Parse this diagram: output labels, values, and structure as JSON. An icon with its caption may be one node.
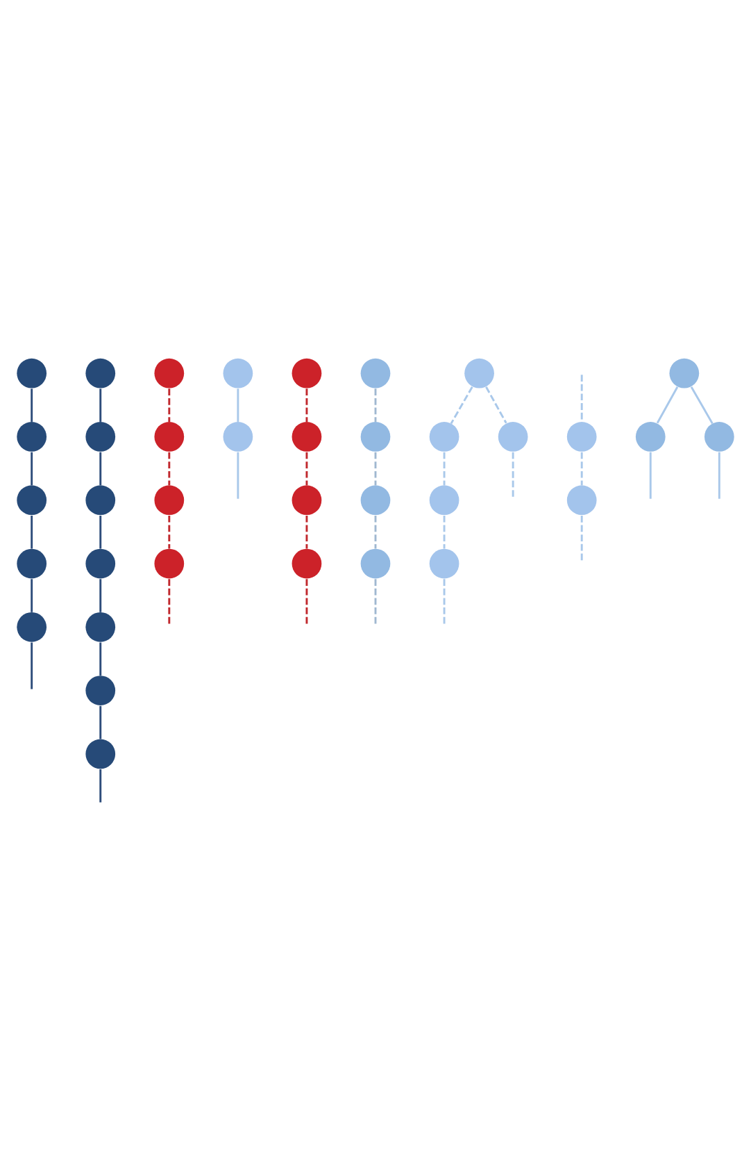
{
  "diagram": {
    "nodes": [
      {
        "text": [],
        "shape": "circle"
      },
      {
        "text": [],
        "shape": "circle"
      },
      {
        "text": [],
        "shape": "circle"
      },
      {
        "text": [],
        "shape": "circle"
      },
      {
        "text": [],
        "shape": "circle"
      },
      {
        "text": [],
        "shape": "circle"
      },
      {
        "text": [],
        "shape": "circle"
      },
      {
        "text": [],
        "shape": "circle"
      },
      {
        "text": [],
        "shape": "circle"
      },
      {
        "text": [],
        "shape": "circle"
      },
      {
        "text": [],
        "shape": "circle"
      },
      {
        "text": [],
        "shape": "circle"
      },
      {
        "text": [],
        "shape": "circle"
      },
      {
        "text": [],
        "shape": "circle"
      },
      {
        "text": [],
        "shape": "circle"
      },
      {
        "text": [],
        "shape": "circle"
      },
      {
        "text": [],
        "shape": "circle"
      },
      {
        "text": [],
        "shape": "circle"
      },
      {
        "text": [],
        "shape": "circle"
      },
      {
        "text": [],
        "shape": "circle"
      },
      {
        "text": [],
        "shape": "circle"
      },
      {
        "text": [],
        "shape": "circle"
      },
      {
        "text": [],
        "shape": "circle"
      },
      {
        "text": [],
        "shape": "circle"
      },
      {
        "text": [],
        "shape": "circle"
      },
      {
        "text": [],
        "shape": "circle"
      },
      {
        "text": [],
        "shape": "circle"
      },
      {
        "text": [],
        "shape": "circle"
      },
      {
        "text": [],
        "shape": "circle"
      },
      {
        "text": [],
        "shape": "circle"
      },
      {
        "text": [],
        "shape": "circle"
      },
      {
        "text": [],
        "shape": "circle"
      },
      {
        "text": [],
        "shape": "circle"
      },
      {
        "text": [],
        "shape": "circle"
      },
      {
        "text": [],
        "shape": "circle"
      },
      {
        "text": [],
        "shape": "circle"
      }
    ],
    "edges": [
      {
        "from": 0,
        "to": 3,
        "arrow": "none",
        "color": "#2e4d7b"
      },
      {
        "from": 3,
        "to": 10,
        "arrow": "none",
        "color": "#2e4d7b"
      },
      {
        "from": 10,
        "to": 22,
        "arrow": "none",
        "color": "#2e4d7b"
      },
      {
        "from": 22,
        "to": 31,
        "arrow": "none",
        "color": "#2e4d7b"
      },
      {
        "from": 31,
        "to": null,
        "arrow": "none",
        "color": "#2e4d7b"
      },
      {
        "from": 1,
        "to": 4,
        "arrow": "none",
        "color": "#2e4d7b"
      },
      {
        "from": 4,
        "to": 8,
        "arrow": "none",
        "color": "#2e4d7b"
      },
      {
        "from": 8,
        "to": 9,
        "arrow": "none",
        "color": "#2e4d7b"
      },
      {
        "from": 9,
        "to": 11,
        "arrow": "none",
        "color": "#2e4d7b"
      },
      {
        "from": 11,
        "to": 25,
        "arrow": "none",
        "color": "#2e4d7b"
      },
      {
        "from": 25,
        "to": 33,
        "arrow": "none",
        "color": "#2e4d7b"
      },
      {
        "from": 33,
        "to": null,
        "arrow": "none",
        "color": "#2e4d7b"
      },
      {
        "from": 2,
        "to": 5,
        "arrow": "none",
        "style": "dashed",
        "color": "#c0282d"
      },
      {
        "from": 5,
        "to": 17,
        "arrow": "none",
        "style": "dashed",
        "color": "#c0282d"
      },
      {
        "from": 17,
        "to": 16,
        "arrow": "none",
        "style": "dashed",
        "color": "#c0282d"
      },
      {
        "from": 16,
        "to": null,
        "arrow": "none",
        "style": "dashed",
        "color": "#c0282d"
      },
      {
        "from": 7,
        "to": 15,
        "arrow": "none",
        "style": "dashed",
        "color": "#c0282d"
      },
      {
        "from": 15,
        "to": 18,
        "arrow": "none",
        "style": "dashed",
        "color": "#c0282d"
      },
      {
        "from": 18,
        "to": 23,
        "arrow": "none",
        "style": "dashed",
        "color": "#c0282d"
      },
      {
        "from": 23,
        "to": null,
        "arrow": "none",
        "style": "dashed",
        "color": "#c0282d"
      },
      {
        "from": 6,
        "to": 12,
        "arrow": "none",
        "color": "#a9c8ea"
      },
      {
        "from": 12,
        "to": null,
        "arrow": "none",
        "color": "#a9c8ea"
      },
      {
        "from": 13,
        "to": 14,
        "arrow": "none",
        "style": "dashed",
        "color": "#a0b8d0"
      },
      {
        "from": 14,
        "to": 21,
        "arrow": "none",
        "style": "dashed",
        "color": "#a0b8d0"
      },
      {
        "from": 21,
        "to": 30,
        "arrow": "none",
        "style": "dashed",
        "color": "#a0b8d0"
      },
      {
        "from": 30,
        "to": null,
        "arrow": "none",
        "style": "dashed",
        "color": "#a0b8d0"
      },
      {
        "from": null,
        "to": 20,
        "arrow": "none",
        "style": "dashed",
        "color": "#a9c8ea"
      },
      {
        "from": 20,
        "to": 32,
        "arrow": "none",
        "style": "dashed",
        "color": "#a9c8ea"
      },
      {
        "from": 32,
        "to": null,
        "arrow": "none",
        "style": "dashed",
        "color": "#a9c8ea"
      },
      {
        "from": 24,
        "to": 29,
        "arrow": "none",
        "style": "dashed",
        "color": "#a9c8ea"
      },
      {
        "from": 29,
        "to": null,
        "arrow": "none",
        "style": "dashed",
        "color": "#a9c8ea"
      },
      {
        "from": 24,
        "to": 19,
        "arrow": "none",
        "style": "dashed",
        "color": "#a9c8ea"
      },
      {
        "from": 19,
        "to": 26,
        "arrow": "none",
        "style": "dashed",
        "color": "#a9c8ea"
      },
      {
        "from": 26,
        "to": 34,
        "arrow": "none",
        "style": "dashed",
        "color": "#a9c8ea"
      },
      {
        "from": 34,
        "to": null,
        "arrow": "none",
        "style": "dashed",
        "color": "#a9c8ea"
      },
      {
        "from": 27,
        "to": 28,
        "arrow": "none",
        "color": "#a9c8ea"
      },
      {
        "from": 28,
        "to": null,
        "arrow": "none",
        "color": "#a9c8ea"
      },
      {
        "from": 27,
        "to": 35,
        "arrow": "none",
        "color": "#a9c8ea"
      },
      {
        "from": 35,
        "to": null,
        "arrow": "none",
        "color": "#a9c8ea"
      }
    ]
  }
}
